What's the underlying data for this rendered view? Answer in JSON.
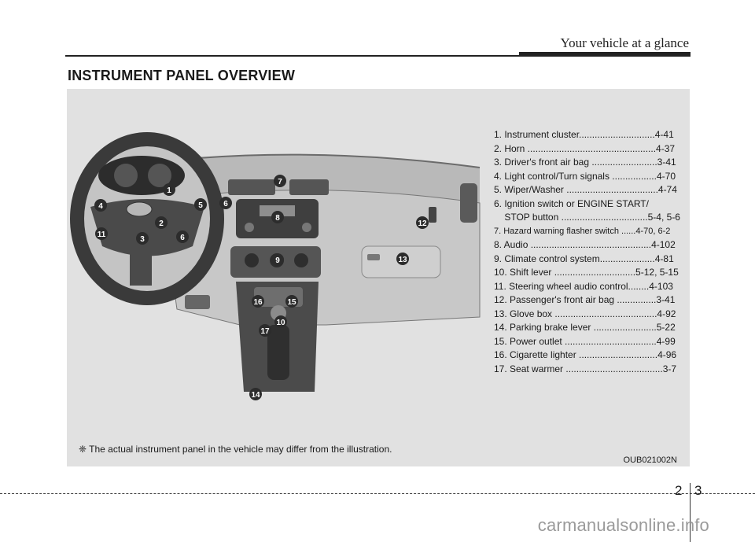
{
  "header": {
    "section_title": "Your vehicle at a glance"
  },
  "page": {
    "title": "INSTRUMENT PANEL OVERVIEW",
    "page_number_left": "2",
    "page_number_right": "3"
  },
  "parts_list": [
    "1. Instrument cluster.............................4-41",
    "2. Horn .................................................4-37",
    "3. Driver's front air bag .........................3-41",
    "4. Light control/Turn signals .................4-70",
    "5. Wiper/Washer ...................................4-74",
    "6. Ignition switch or ENGINE START/",
    "    STOP button .................................5-4, 5-6",
    "7. Hazard warning flasher switch ......4-70, 6-2",
    "8. Audio ..............................................4-102",
    "9. Climate control system.....................4-81",
    "10. Shift lever ...............................5-12, 5-15",
    "11. Steering wheel audio control........4-103",
    "12. Passenger's front air bag ...............3-41",
    "13. Glove box .......................................4-92",
    "14. Parking brake lever ........................5-22",
    "15. Power outlet ...................................4-99",
    "16. Cigarette lighter ..............................4-96",
    "17. Seat warmer .....................................3-7"
  ],
  "illustration": {
    "callouts": [
      "1",
      "2",
      "3",
      "4",
      "5",
      "6",
      "6",
      "7",
      "8",
      "9",
      "10",
      "11",
      "12",
      "13",
      "14",
      "15",
      "16",
      "17"
    ]
  },
  "note": "❈ The actual instrument panel in the vehicle may differ from the illustration.",
  "figure_code": "OUB021002N",
  "watermark": "carmanualsonline.info"
}
